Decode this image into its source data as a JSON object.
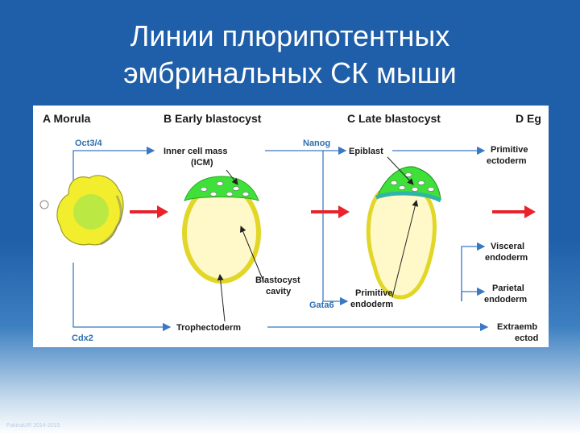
{
  "slide": {
    "title_line1": "Линии плюрипотентных",
    "title_line2": "эмбринальных СК мыши",
    "footer": "FokinaUR  2014-2015"
  },
  "diagram": {
    "stages": {
      "a": "A Morula",
      "b": "B Early blastocyst",
      "c": "C Late blastocyst",
      "d": "D Eg"
    },
    "genes": {
      "oct34": "Oct3/4",
      "nanog": "Nanog",
      "gata6": "Gata6",
      "cdx2": "Cdx2"
    },
    "labels": {
      "icm_line1": "Inner cell mass",
      "icm_line2": "(ICM)",
      "epiblast": "Epiblast",
      "cavity_line1": "Blastocyst",
      "cavity_line2": "cavity",
      "pe_line1": "Primitive",
      "pe_line2": "endoderm",
      "troph": "Trophectoderm",
      "prim_ecto_line1": "Primitive",
      "prim_ecto_line2": "ectoderm",
      "visc_line1": "Visceral",
      "visc_line2": "endoderm",
      "pariet_line1": "Parietal",
      "pariet_line2": "endoderm",
      "extra_line1": "Extraemb",
      "extra_line2": "ectod"
    },
    "colors": {
      "stage_text": "#1a1a1a",
      "gene_text": "#2e6fb0",
      "arrow_blue": "#3b78c4",
      "arrow_red": "#e8232b",
      "yellow": "#f2ee2e",
      "green": "#3fe03a",
      "teal": "#2fb5a8"
    }
  }
}
